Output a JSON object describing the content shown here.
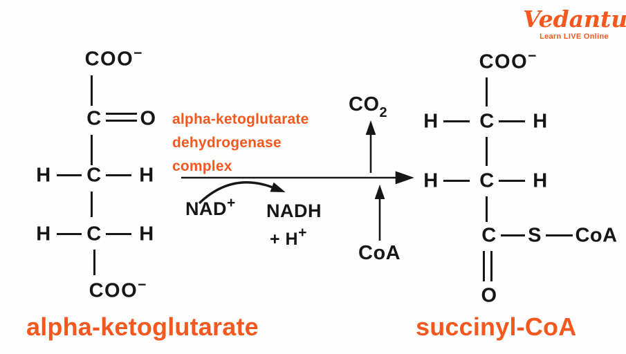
{
  "brand": {
    "name": "Vedantu",
    "tagline": "Learn LIVE Online"
  },
  "colors": {
    "accent": "#f4581f",
    "ink": "#161616",
    "background": "#ffffff"
  },
  "enzyme": {
    "line1": "alpha-ketoglutarate",
    "line2": "dehydrogenase",
    "line3": "complex"
  },
  "cofactors": {
    "nad_base": "NAD",
    "nad_sup": "+",
    "nadh": "NADH",
    "plus_h_base": "+ H",
    "plus_h_sup": "+",
    "co2_base": "CO",
    "co2_sub": "2",
    "coa_in": "CoA"
  },
  "left_molecule": {
    "coo_top": "COO",
    "coo_top_sup": "−",
    "c2": "C",
    "o2": "O",
    "h3_left": "H",
    "c3": "C",
    "h3_right": "H",
    "h4_left": "H",
    "c4": "C",
    "h4_right": "H",
    "coo_bottom": "COO",
    "coo_bottom_sup": "−"
  },
  "right_molecule": {
    "coo_top": "COO",
    "coo_top_sup": "−",
    "h2_left": "H",
    "c2": "C",
    "h2_right": "H",
    "h3_left": "H",
    "c3": "C",
    "h3_right": "H",
    "c4": "C",
    "s": "S",
    "coa": "CoA",
    "o4": "O"
  },
  "labels": {
    "left_molecule": "alpha-ketoglutarate",
    "right_molecule": "succinyl-CoA"
  }
}
